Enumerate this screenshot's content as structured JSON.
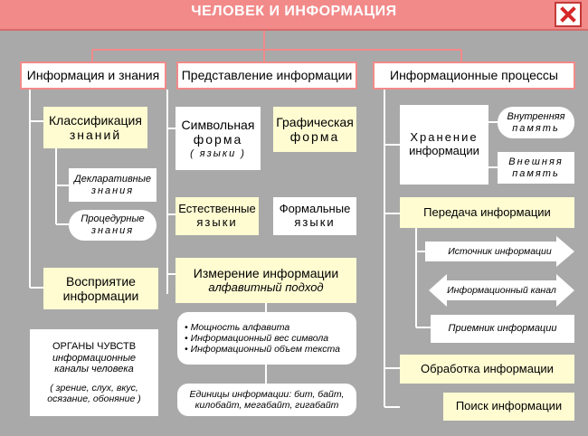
{
  "window": {
    "title": "ЧЕЛОВЕК  И  ИНФОРМАЦИЯ",
    "close_icon": "close-icon"
  },
  "colors": {
    "background": "#a9a9a9",
    "title_bar": "#f28a8a",
    "connector": "#ffffff",
    "header_line": "#f28a8a",
    "cream_box": "#fffcd2"
  },
  "headers": {
    "info_knowledge": "Информация  и  знания",
    "representation": "Представление  информации",
    "processes": "Информационные  процессы"
  },
  "left": {
    "classification": [
      "Классификация",
      "знаний"
    ],
    "declarative": [
      "Декларативные",
      "знания"
    ],
    "procedural": [
      "Процедурные",
      "знания"
    ],
    "perception": [
      "Восприятие",
      "информации"
    ],
    "organs": [
      "ОРГАНЫ  ЧУВСТВ",
      "информационные",
      "каналы  человека",
      "( зрение, слух, вкус,",
      "осязание, обоняние )"
    ]
  },
  "middle": {
    "symbolic": [
      "Символьная",
      "форма",
      "( языки )"
    ],
    "graphic": [
      "Графическая",
      "форма"
    ],
    "natural": [
      "Естественные",
      "языки"
    ],
    "formal": [
      "Формальные",
      "языки"
    ],
    "measurement": [
      "Измерение  информации",
      "алфавитный подход"
    ],
    "bullets": [
      "• Мощность  алфавита",
      "• Информационный  вес  символа",
      "• Информационный  объем  текста"
    ],
    "units": [
      "Единицы  информации:  бит, байт,",
      "килобайт, мегабайт, гигабайт"
    ]
  },
  "right": {
    "storage": [
      "Хранение",
      "информации"
    ],
    "internal": [
      "Внутренняя",
      "память"
    ],
    "external": [
      "Внешняя",
      "память"
    ],
    "transfer": "Передача    информации",
    "source": "Источник  информации",
    "channel": "Информационный  канал",
    "receiver": "Приемник  информации",
    "processing": "Обработка  информации",
    "search": "Поиск  информации"
  }
}
